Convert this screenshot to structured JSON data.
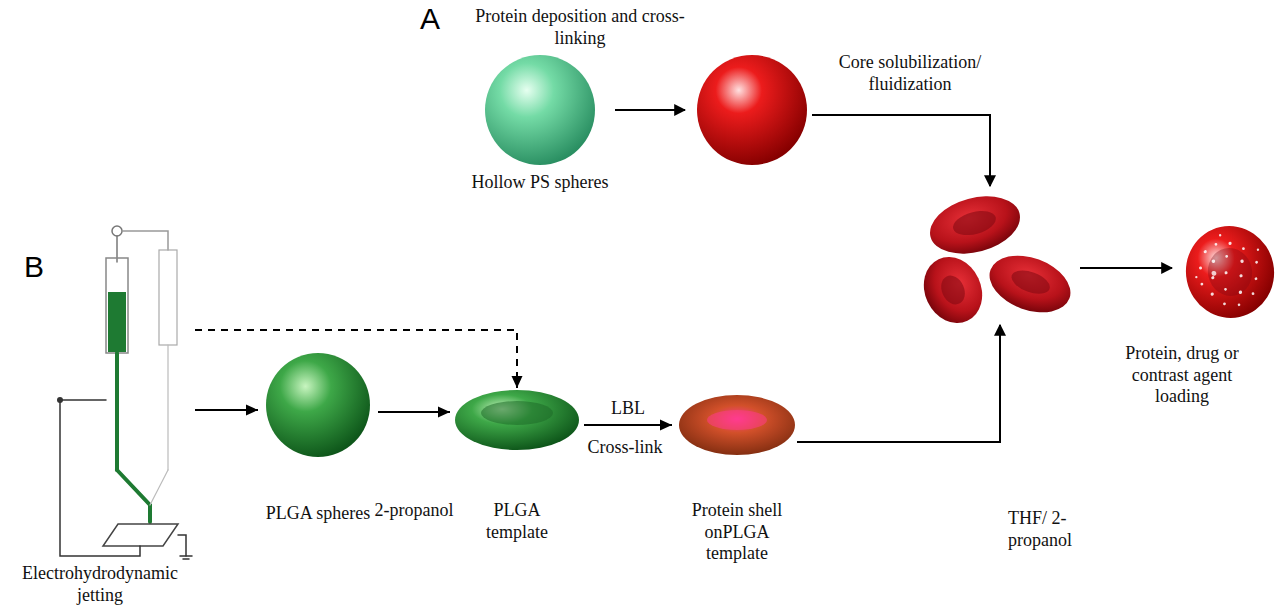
{
  "diagram": {
    "nodes": [
      {
        "text": [
          "Hollow PS spheres"
        ]
      },
      {
        "text": [
          "Electrohydrodynamic jetting"
        ]
      },
      {
        "text": [
          "PLGA spheres"
        ]
      },
      {
        "text": [
          "PLGA template"
        ]
      },
      {
        "text": [
          "Protein shell onPLGA template"
        ]
      },
      {
        "text": [
          "Protein, drug or contrast agent loading"
        ]
      }
    ],
    "edges": [
      {
        "from": 1,
        "to": 2,
        "arrow": "to"
      },
      {
        "from": 2,
        "to": 3,
        "arrow": "to",
        "label": "2-propanol"
      },
      {
        "from": 1,
        "to": 3,
        "arrow": "to"
      },
      {
        "from": 3,
        "to": 4,
        "arrow": "to",
        "label": "LBL"
      }
    ],
    "labels": [
      "A",
      "Protein deposition and cross-linking",
      "Core solubilization/ fluidization",
      "B",
      "Cross-link",
      "THF/ 2-propanol"
    ]
  }
}
